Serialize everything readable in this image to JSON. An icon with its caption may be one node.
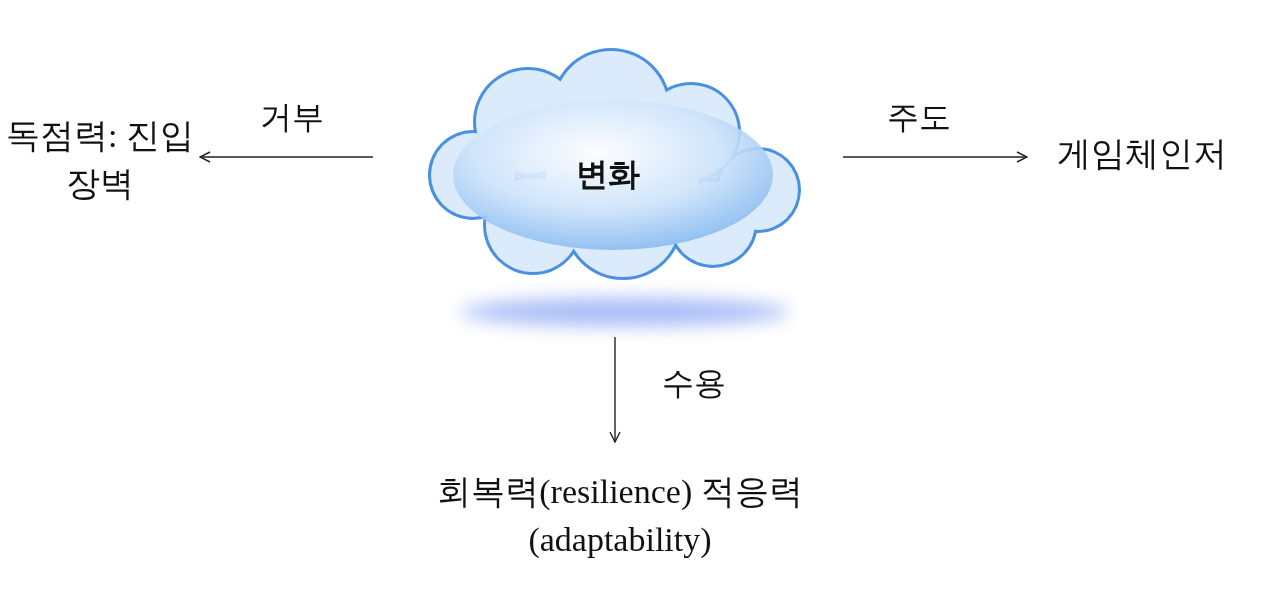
{
  "diagram": {
    "nodes": [
      {
        "text": [
          "변화"
        ]
      },
      {
        "text": [
          "독점력: 진입장벽"
        ]
      },
      {
        "text": [
          "게임체인저"
        ]
      },
      {
        "text": [
          "회복력(resilience) 적응력(adaptability)"
        ]
      }
    ],
    "edges": [
      {
        "from": 0,
        "to": 1,
        "arrow": "to",
        "label": "거부"
      },
      {
        "from": 0,
        "to": 2,
        "arrow": "to",
        "label": "주도"
      },
      {
        "from": 0,
        "to": 3,
        "arrow": "to",
        "label": "수용"
      }
    ]
  }
}
